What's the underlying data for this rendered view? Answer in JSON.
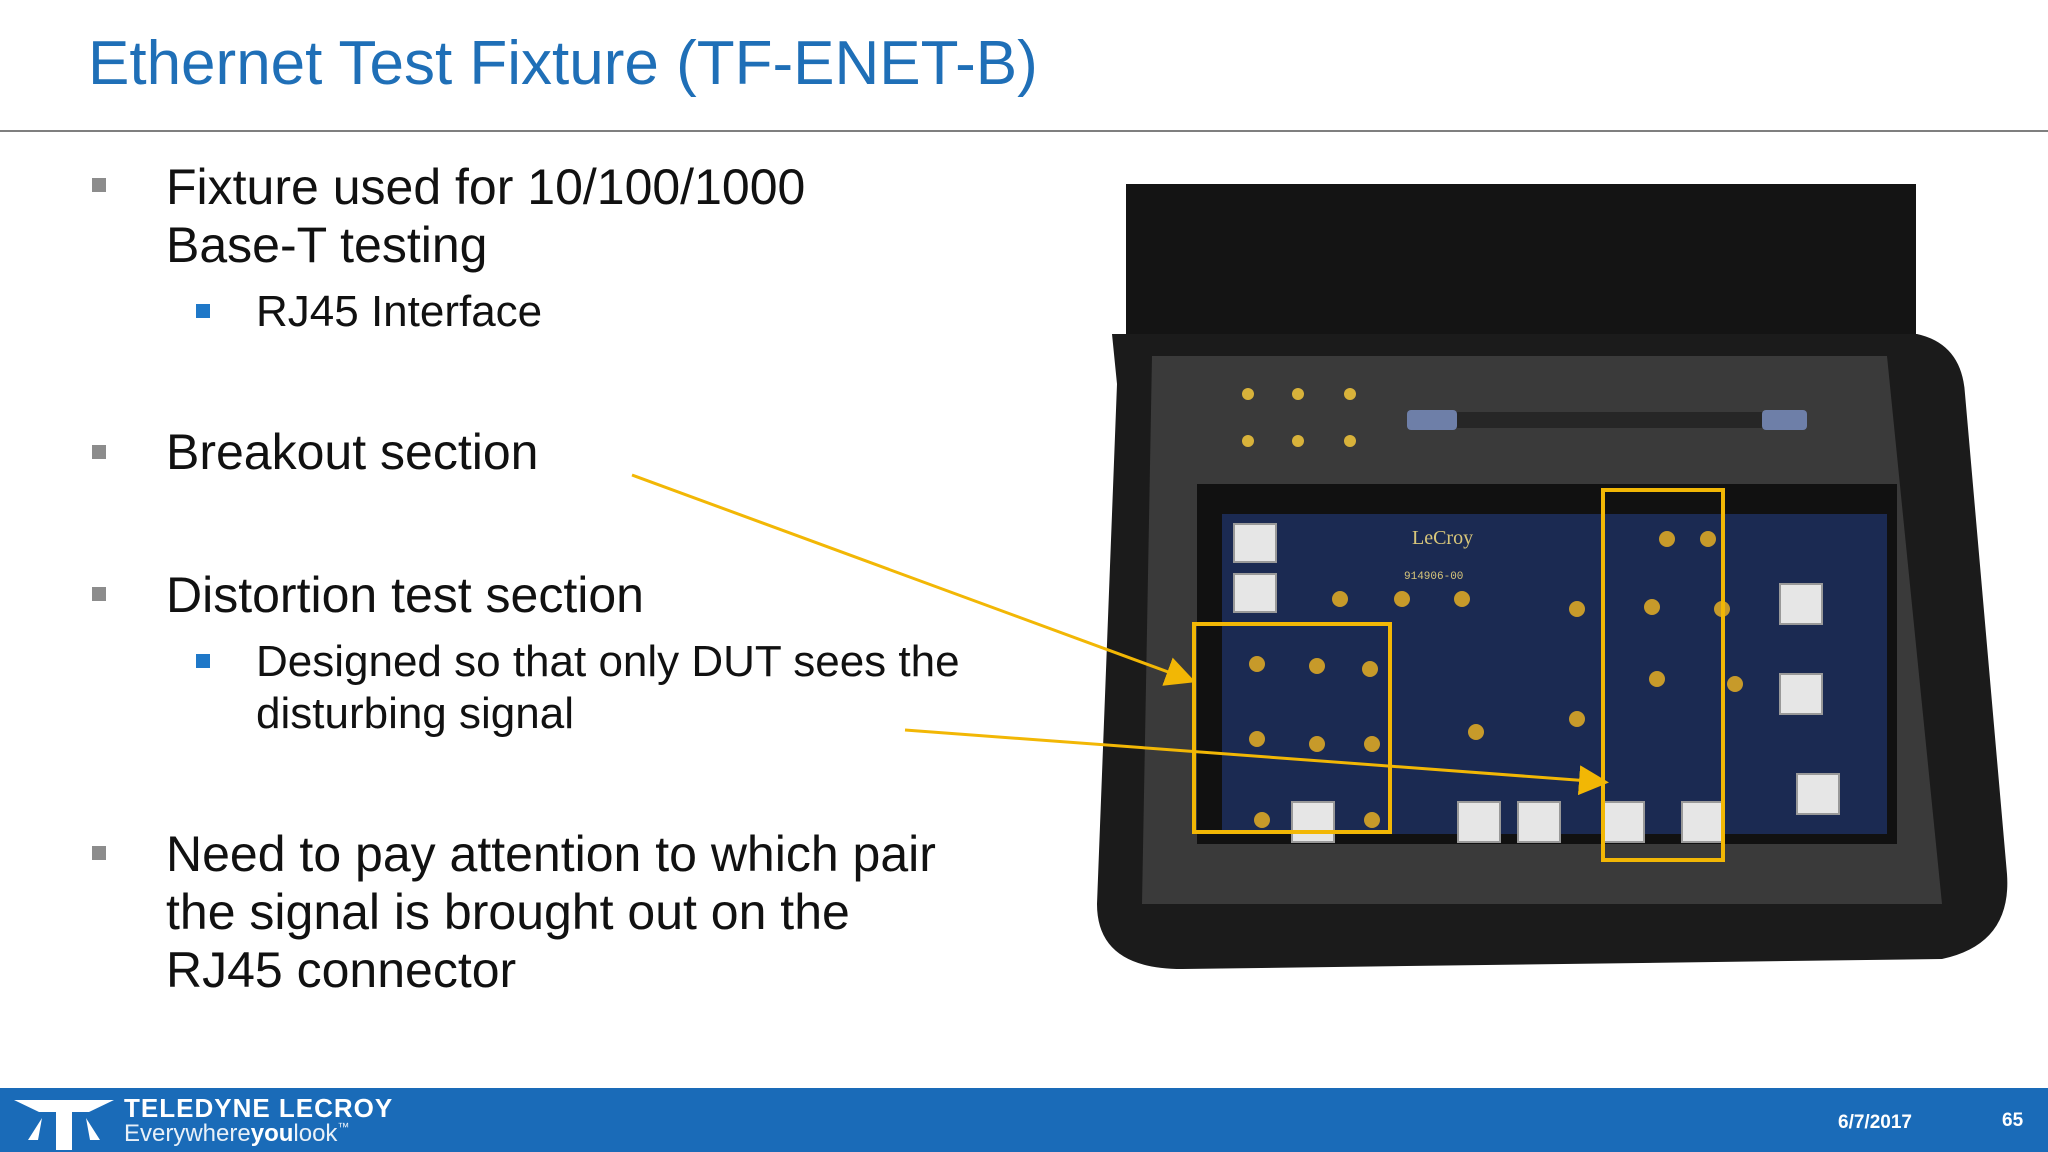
{
  "slide": {
    "title": "Ethernet Test Fixture (TF-ENET-B)",
    "bullets": [
      {
        "text": "Fixture used for 10/100/1000 Base-T testing",
        "sub": [
          "RJ45 Interface"
        ]
      },
      {
        "text": "Breakout section"
      },
      {
        "text": "Distortion test section",
        "sub": [
          "Designed so that only DUT sees the disturbing signal"
        ]
      },
      {
        "text": "Need to pay attention to which pair the signal is brought out on the RJ45 connector"
      }
    ]
  },
  "photo": {
    "board_label": "LeCroy",
    "part_number": "914906-00",
    "highlight_color": "#f2b705"
  },
  "footer": {
    "brand_line1": "TELEDYNE LECROY",
    "brand_line2_a": "Everywhere",
    "brand_line2_b": "you",
    "brand_line2_c": "look",
    "trademark": "™",
    "date": "6/7/2017",
    "page_number": "65",
    "bar_color": "#1a6bb8"
  }
}
